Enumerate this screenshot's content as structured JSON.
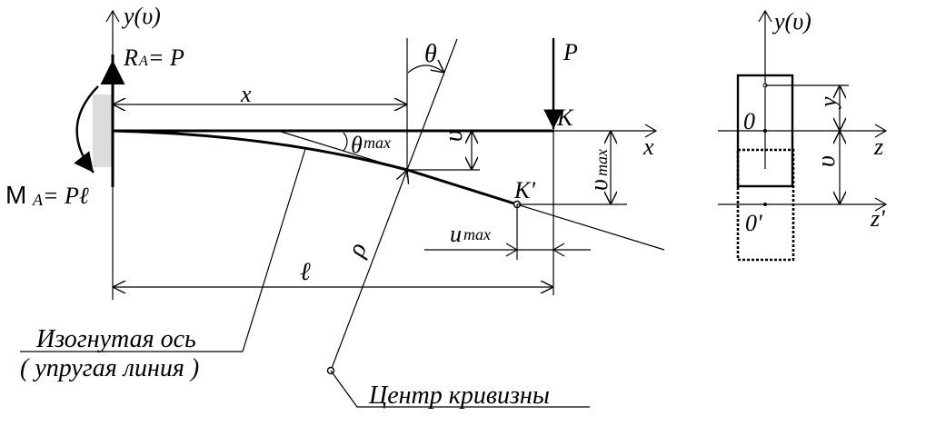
{
  "labels": {
    "y_axis_left": "y(υ)",
    "reaction_r": "R",
    "reaction_sub": "A",
    "reaction_eq": "= P",
    "moment_m": "M",
    "moment_sub": "A",
    "moment_eq": "= Pℓ",
    "x_dim": "x",
    "theta": "θ",
    "theta_max_base": "θ",
    "theta_max_sub": "max",
    "load_p": "P",
    "point_k": "K",
    "point_k_prime": "K'",
    "x_axis": "x",
    "v_small": "υ",
    "v_max_base": "υ",
    "v_max_sub": "max",
    "u_max_base": "u",
    "u_max_sub": "max",
    "rho": "ρ",
    "length": "ℓ",
    "deflected_axis_line1": "Изогнутая ось",
    "deflected_axis_line2": "( упругая линия )",
    "center_curvature": "Центр  кривизны"
  },
  "section": {
    "y_axis": "y(υ)",
    "y_dim": "y",
    "origin": "0",
    "z_axis": "z",
    "v_dim": "υ",
    "origin_prime": "0'",
    "z_prime_axis": "z'"
  }
}
